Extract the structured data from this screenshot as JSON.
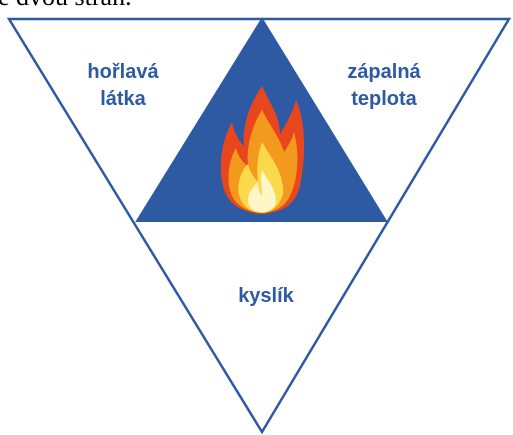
{
  "header_text": "e dvou stran.",
  "fire_triangle": {
    "fuel_label": "hořlavá\nlátka",
    "ignition_label": "zápalná\nteplota",
    "oxygen_label": "kyslík",
    "center_icon": "flame-icon",
    "colors": {
      "triangle_fill": "#2e5aa4",
      "label_text": "#2e5aa4",
      "outline": "#2e5aa4",
      "flame_outer": "#e8461c",
      "flame_middle": "#f39a1e",
      "flame_inner": "#fbd94a",
      "flame_core": "#fff6c8"
    }
  }
}
